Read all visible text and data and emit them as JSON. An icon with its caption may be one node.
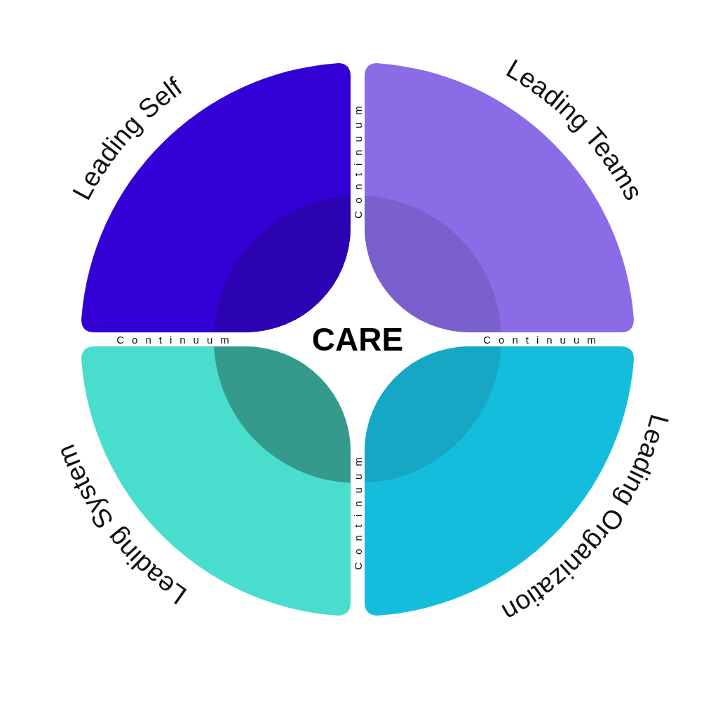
{
  "diagram": {
    "nodes": [
      {
        "text": [
          "Leading Self"
        ]
      },
      {
        "text": [
          "Leading Teams"
        ]
      },
      {
        "text": [
          "CARE"
        ]
      },
      {
        "text": [
          "Leading System"
        ]
      },
      {
        "text": [
          "Leading Organization"
        ]
      }
    ],
    "labels": [
      "Continuum",
      "Continuum",
      "Continuum",
      "Continuum"
    ]
  }
}
